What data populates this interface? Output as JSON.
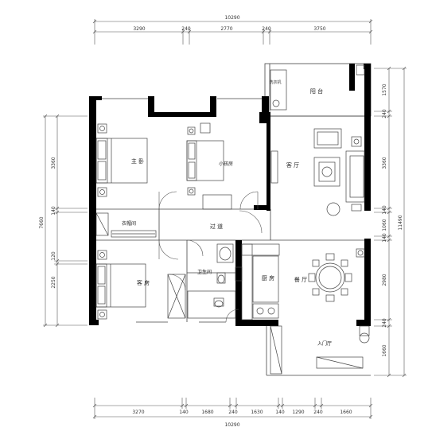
{
  "dimensions": {
    "top_total": "10290",
    "top_segments": [
      "3290",
      "240",
      "2770",
      "240",
      "3750"
    ],
    "bottom_total": "10290",
    "bottom_segments": [
      "3270",
      "140",
      "1680",
      "240",
      "1630",
      "140",
      "1290",
      "240",
      "1660"
    ],
    "left_total": "7660",
    "left_segments": [
      "3360",
      "140",
      "120",
      "2250"
    ],
    "right_total": "11490",
    "right_segments": [
      "1570",
      "240",
      "3360",
      "140",
      "1060",
      "140",
      "2980",
      "240",
      "1660"
    ]
  },
  "rooms": {
    "master_bedroom": "主 卧",
    "small_bedroom": "小孩房",
    "living_room": "客 厅",
    "balcony": "阳 台",
    "cloakroom": "衣帽间",
    "corridor": "过 道",
    "guest_bedroom": "客 房",
    "bathroom": "卫生间",
    "kitchen": "厨 房",
    "dining_room": "餐 厅",
    "entrance": "入门厅",
    "laundry": "洗衣机"
  }
}
